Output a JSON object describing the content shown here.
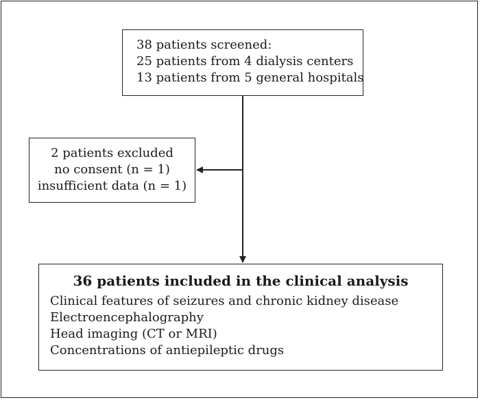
{
  "screened": {
    "lines": [
      "38 patients screened:",
      "25 patients from 4 dialysis centers",
      "13 patients from 5 general hospitals"
    ]
  },
  "excluded": {
    "lines": [
      "2 patients excluded",
      "no consent (n = 1)",
      "insufficient data (n = 1)"
    ]
  },
  "included": {
    "title": "36 patients included in the clinical analysis",
    "items": [
      "Clinical features of seizures and chronic kidney disease",
      "Electroencephalography",
      "Head imaging (CT or MRI)",
      "Concentrations of antiepileptic drugs"
    ]
  }
}
